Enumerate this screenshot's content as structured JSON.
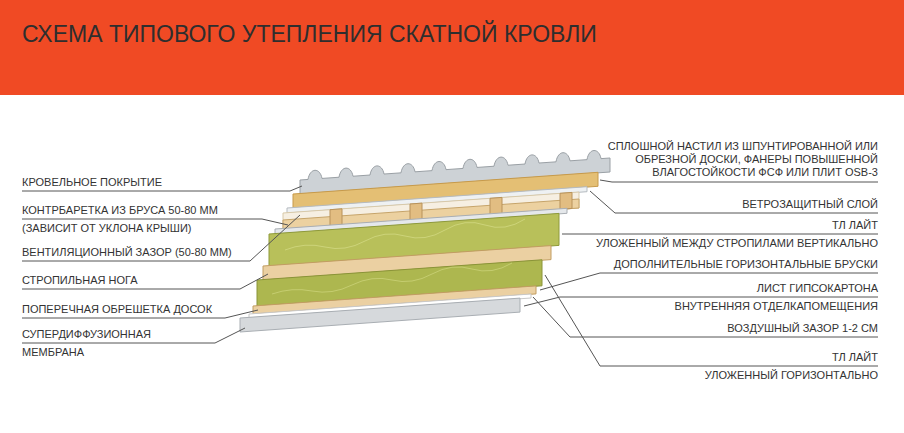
{
  "diagram": {
    "title": "СХЕМА ТИПОВОГО УТЕПЛЕНИЯ СКАТНОЙ КРОВЛИ",
    "labels": [
      "КРОВЕЛЬНОЕ ПОКРЫТИЕ",
      "КОНТРБАРЕТКА ИЗ БРУСА 50-80 ММ",
      "(ЗАВИСИТ ОТ УКЛОНА КРЫШИ)",
      "ВЕНТИЛЯЦИОННЫЙ ЗАЗОР (50-80 ММ)",
      "СТРОПИЛЬНАЯ НОГА",
      "ПОПЕРЕЧНАЯ ОБРЕШЕТКА ДОСОК",
      "СУПЕРДИФФУЗИОННАЯ",
      "МЕМБРАНА",
      "СПЛОШНОЙ НАСТИЛ ИЗ ШПУНТИРОВАННОЙ ИЛИ ОБРЕЗНОЙ ДОСКИ, ФАНЕРЫ ПОВЫШЕННОЙ ВЛАГОСТОЙКОСТИ ФСФ ИЛИ ПЛИТ OSB-3",
      "ВЕТРОЗАЩИТНЫЙ СЛОЙ",
      "ТЛ ЛАЙТ",
      "УЛОЖЕННЫЙ МЕЖДУ СТРОПИЛАМИ ВЕРТИКАЛЬНО",
      "ДОПОЛНИТЕЛЬНЫЕ ГОРИЗОНТАЛЬНЫЕ БРУСКИ",
      "ЛИСТ ГИПСОКАРТОНА",
      "ВНУТРЕННЯЯ ОТДЕЛКАПОМЕЩЕНИЯ",
      "ВОЗДУШНЫЙ ЗАЗОР 1-2 СМ",
      "ТЛ ЛАЙТ",
      "УЛОЖЕННЫЙ ГОРИЗОНТАЛЬНО"
    ]
  }
}
